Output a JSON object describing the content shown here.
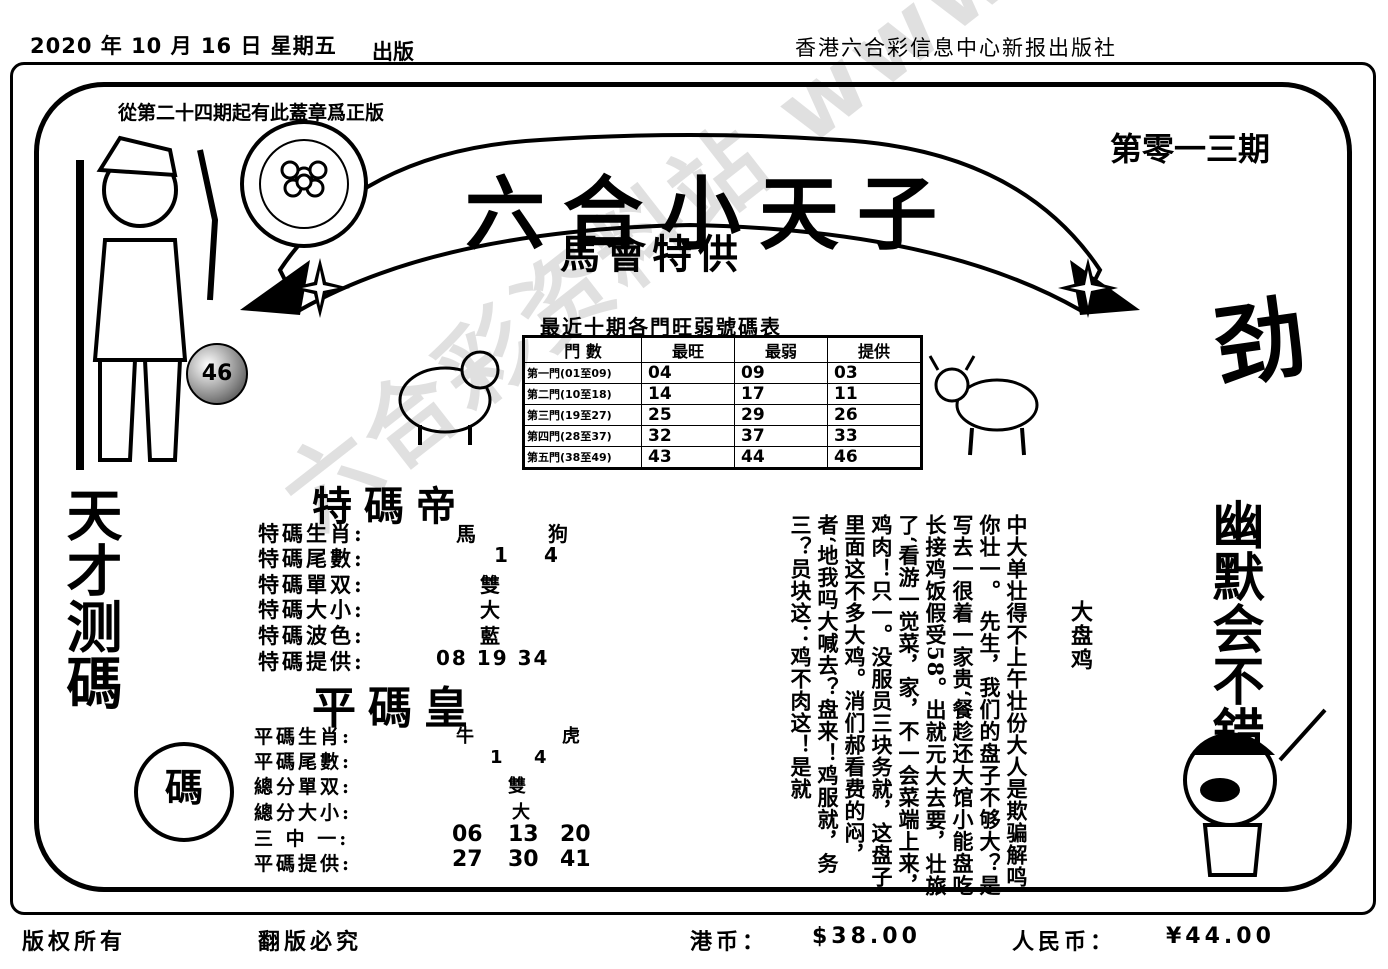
{
  "header": {
    "date": "2020 年 10 月 16 日 星期五",
    "published": "出版",
    "organization": "香港六合彩信息中心新报出版社"
  },
  "stamp_note": "從第二十四期起有此蓋章爲正版",
  "issue": "第零一三期",
  "banner": {
    "title": "六合小天子",
    "subtitle": "馬會特供"
  },
  "ball_number": "46",
  "table": {
    "title": "最近十期各門旺弱號碼表",
    "headers": [
      "門 數",
      "最旺",
      "最弱",
      "提供"
    ],
    "rows": [
      {
        "door": "第一門(01至09)",
        "best": "04",
        "worst": "09",
        "provide": "03"
      },
      {
        "door": "第二門(10至18)",
        "best": "14",
        "worst": "17",
        "provide": "11"
      },
      {
        "door": "第三門(19至27)",
        "best": "25",
        "worst": "29",
        "provide": "26"
      },
      {
        "door": "第四門(28至37)",
        "best": "32",
        "worst": "37",
        "provide": "33"
      },
      {
        "door": "第五門(38至49)",
        "best": "43",
        "worst": "44",
        "provide": "46"
      }
    ]
  },
  "special": {
    "title": "特碼帝",
    "rows": [
      {
        "label": "特碼生肖:",
        "v1": "馬",
        "v2": "狗"
      },
      {
        "label": "特碼尾數:",
        "v1": "1",
        "v2": "4"
      },
      {
        "label": "特碼單双:",
        "v1": "雙",
        "v2": ""
      },
      {
        "label": "特碼大小:",
        "v1": "大",
        "v2": ""
      },
      {
        "label": "特碼波色:",
        "v1": "藍",
        "v2": ""
      },
      {
        "label": "特碼提供:",
        "v1": "08 19 34",
        "v2": ""
      }
    ]
  },
  "flat": {
    "title": "平碼皇",
    "rows": [
      {
        "label": "平碼生肖:",
        "v1": "牛",
        "v2": "虎",
        "v3": ""
      },
      {
        "label": "平碼尾數:",
        "v1": "1",
        "v2": "4",
        "v3": ""
      },
      {
        "label": "總分單双:",
        "v1": "雙",
        "v2": "",
        "v3": ""
      },
      {
        "label": "總分大小:",
        "v1": "大",
        "v2": "",
        "v3": ""
      },
      {
        "label": "三 中 一:",
        "v1": "06",
        "v2": "13",
        "v3": "20"
      },
      {
        "label": "平碼提供:",
        "v1": "27",
        "v2": "30",
        "v3": "41"
      }
    ]
  },
  "story": {
    "title": "大盘鸡",
    "text": "中大单壮得不上午壮份大人是欺骗解鸣你壮一。 先生，我们的盘子不够大？是写去一很着一家贵‘餐趁还大馆小能盘吃长接鸡饭假受58。出就元大去要，壮旅了‘看游一觉菜，家，不一会菜端上来，鸡肉！只一。没服员三块务就，这盘子里面这不多大鸡。消们郝看费的闷，者‘地我吗大喊去？盘来！鸡服就，务三？员块这：鸡不肉这！是就"
  },
  "side": {
    "left_deco": "天才测碼",
    "right_deco": "幽默会不錯",
    "jin": "劲",
    "ma_badge": "碼"
  },
  "footer": {
    "copyright": "版权所有",
    "piracy": "翻版必究",
    "hk_label": "港币：",
    "hk_price": "$38.00",
    "rmb_label": "人民币：",
    "rmb_price": "¥44.00"
  },
  "watermark": "六合彩资料站 www"
}
